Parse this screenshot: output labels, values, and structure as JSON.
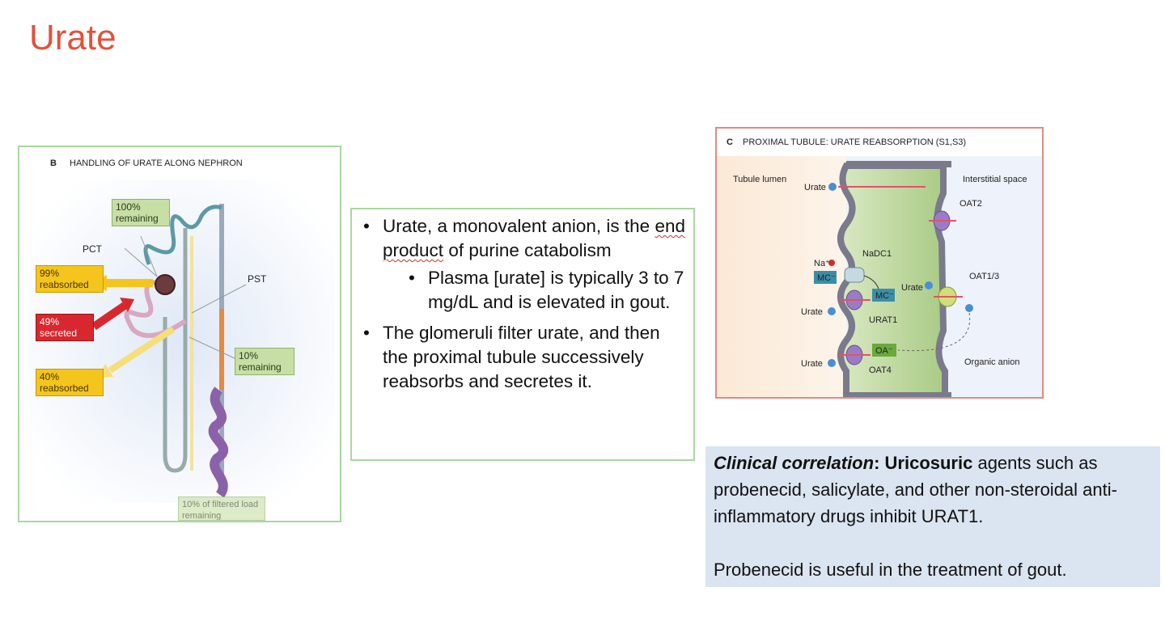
{
  "slide": {
    "title": "Urate"
  },
  "panel_b": {
    "heading_letter": "B",
    "heading": "HANDLING OF URATE ALONG NEPHRON",
    "labels": {
      "remaining_100": "100% remaining",
      "pct": "PCT",
      "pst": "PST",
      "reabsorbed_99": "99% reabsorbed",
      "secreted_49": "49% secreted",
      "reabsorbed_40": "40% reabsorbed",
      "remaining_10": "10% remaining",
      "bottom": "10% of filtered load remaining"
    },
    "colors": {
      "reabsorbed": "#f4c51c",
      "secreted": "#d8282f",
      "remaining": "#c7dea4"
    }
  },
  "bullets": {
    "b1": "Urate, a monovalent anion, is the end product of purine catabolism",
    "b1_sub": "Plasma [urate] is typically 3 to 7 mg/dL and is elevated in gout.",
    "b2": "The glomeruli filter urate, and then the proximal tubule successively reabsorbs and secretes it."
  },
  "panel_c": {
    "heading_letter": "C",
    "heading": "PROXIMAL TUBULE: URATE REABSORPTION (S1,S3)",
    "labels": {
      "tubule_lumen": "Tubule lumen",
      "interstitial_space": "Interstitial space",
      "urate": "Urate",
      "oat2": "OAT2",
      "nadc1": "NaDC1",
      "na": "Na⁺",
      "mc": "MC⁻",
      "oat13": "OAT1/3",
      "urat1": "URAT1",
      "oa": "OA⁻",
      "oat4": "OAT4",
      "organic_anion": "Organic anion"
    }
  },
  "clinical": {
    "label_italic": "Clinical correlation",
    "colon": ": ",
    "drug_class": "Uricosuric",
    "text1": " agents such as probenecid, salicylate, and other non-steroidal anti-inflammatory drugs inhibit URAT1.",
    "text2": "Probenecid is useful in the treatment of gout."
  }
}
